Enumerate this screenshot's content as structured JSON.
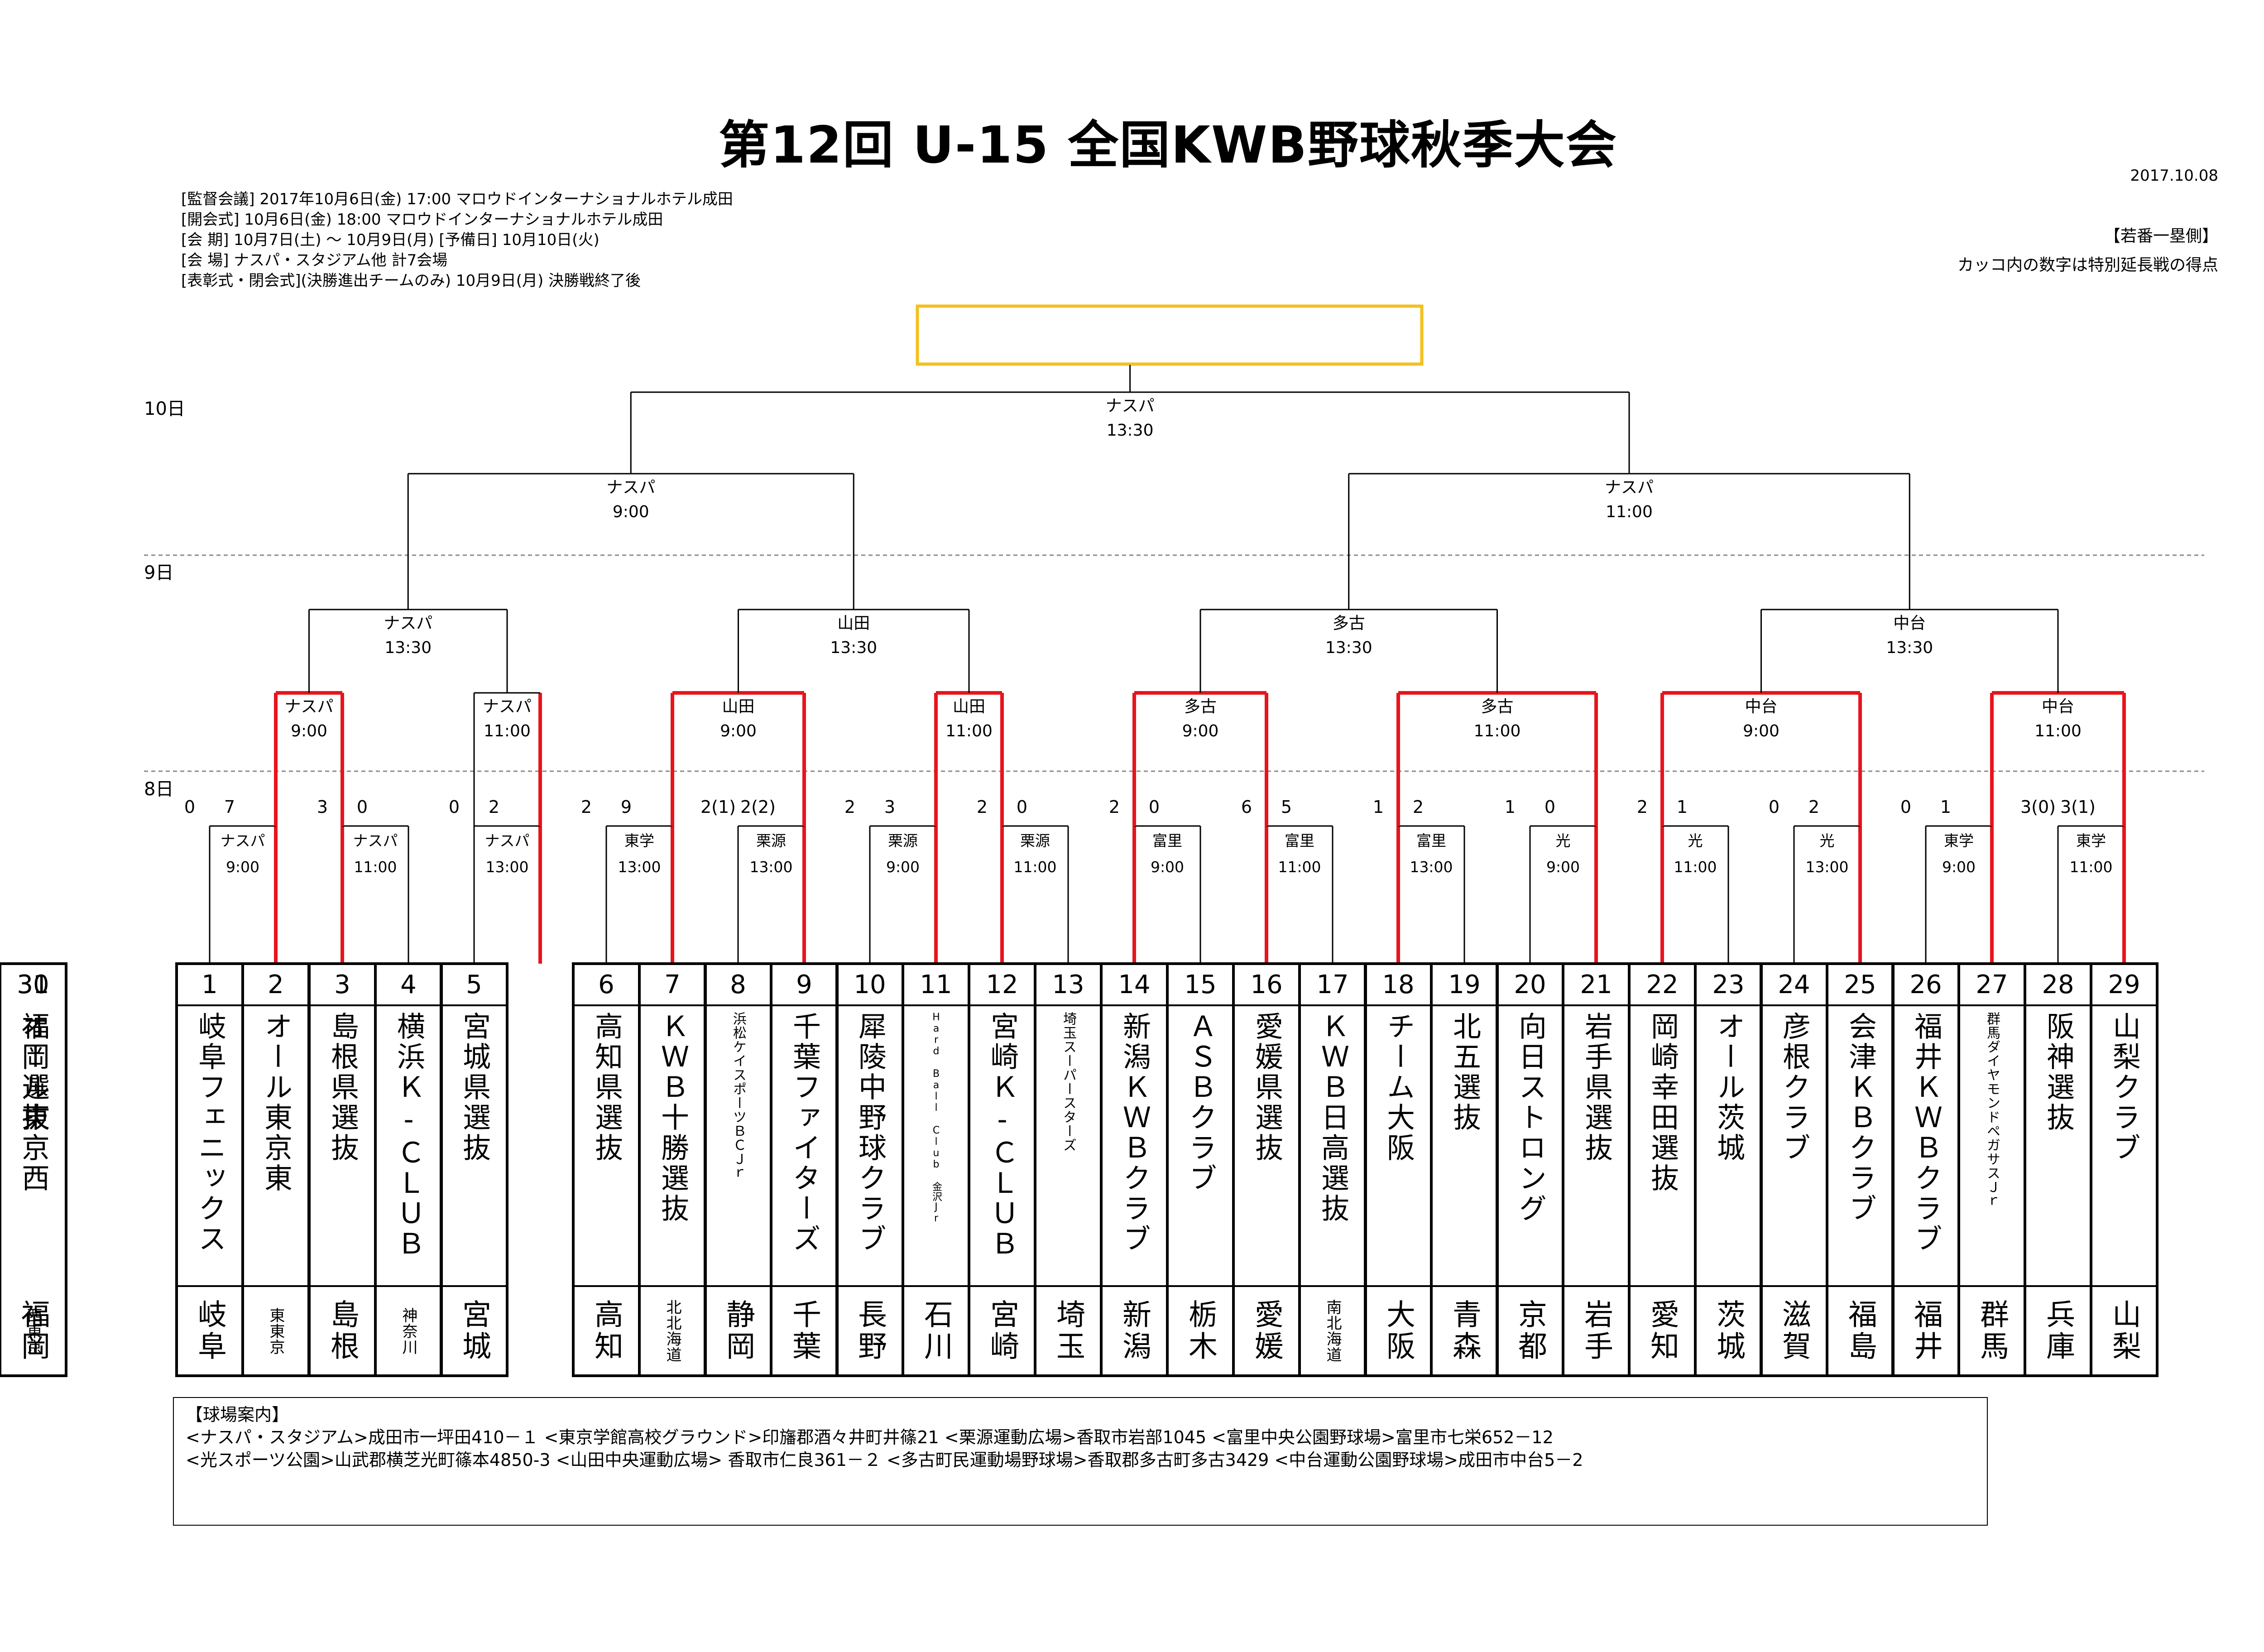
{
  "title": "第12回 U-15 全国KWB野球秋季大会",
  "date": "2017.10.08",
  "notes": {
    "home_side": "【若番一塁側】",
    "overtime": "カッコ内の数字は特別延長戦の得点"
  },
  "schedule": [
    "[監督会議] 2017年10月6日(金) 17:00 マロウドインターナショナルホテル成田",
    "[開会式] 10月6日(金) 18:00 マロウドインターナショナルホテル成田",
    "[会 期] 10月7日(土) ～ 10月9日(月) [予備日] 10月10日(火)",
    "[会 場] ナスパ・スタジアム他 計7会場",
    "[表彰式・閉会式](決勝進出チームのみ) 10月9日(月) 決勝戦終了後"
  ],
  "days": {
    "d10": "10日",
    "d9": "9日",
    "d8": "8日"
  },
  "champion": "",
  "final": {
    "venue": "ナスパ",
    "time": "13:30"
  },
  "semifinals": [
    {
      "venue": "ナスパ",
      "time": "9:00"
    },
    {
      "venue": "ナスパ",
      "time": "11:00"
    }
  ],
  "quarterfinals": [
    {
      "venue": "ナスパ",
      "time": "13:30"
    },
    {
      "venue": "山田",
      "time": "13:30"
    },
    {
      "venue": "多古",
      "time": "13:30"
    },
    {
      "venue": "中台",
      "time": "13:30"
    }
  ],
  "round2": [
    {
      "venue": "ナスパ",
      "time": "9:00"
    },
    {
      "venue": "ナスパ",
      "time": "11:00"
    },
    {
      "venue": "山田",
      "time": "9:00"
    },
    {
      "venue": "山田",
      "time": "11:00"
    },
    {
      "venue": "多古",
      "time": "9:00"
    },
    {
      "venue": "多古",
      "time": "11:00"
    },
    {
      "venue": "中台",
      "time": "9:00"
    },
    {
      "venue": "中台",
      "time": "11:00"
    }
  ],
  "round1": [
    {
      "venue": "ナスパ",
      "time": "9:00",
      "score_left": "0",
      "score_right": "7"
    },
    {
      "venue": "ナスパ",
      "time": "11:00",
      "score_left": "3",
      "score_right": "0"
    },
    {
      "venue": "ナスパ",
      "time": "13:00",
      "score_left": "0",
      "score_right": "2"
    },
    {
      "venue": "東学",
      "time": "13:00",
      "score_left": "2",
      "score_right": "9"
    },
    {
      "venue": "栗源",
      "time": "13:00",
      "score_left": "2(1)",
      "score_right": "2(2)"
    },
    {
      "venue": "栗源",
      "time": "9:00",
      "score_left": "2",
      "score_right": "3"
    },
    {
      "venue": "栗源",
      "time": "11:00",
      "score_left": "2",
      "score_right": "0"
    },
    {
      "venue": "富里",
      "time": "9:00",
      "score_left": "2",
      "score_right": "0"
    },
    {
      "venue": "富里",
      "time": "11:00",
      "score_left": "6",
      "score_right": "5"
    },
    {
      "venue": "富里",
      "time": "13:00",
      "score_left": "1",
      "score_right": "2"
    },
    {
      "venue": "光",
      "time": "9:00",
      "score_left": "1",
      "score_right": "0"
    },
    {
      "venue": "光",
      "time": "11:00",
      "score_left": "2",
      "score_right": "1"
    },
    {
      "venue": "光",
      "time": "13:00",
      "score_left": "0",
      "score_right": "2"
    },
    {
      "venue": "東学",
      "time": "9:00",
      "score_left": "0",
      "score_right": "1"
    },
    {
      "venue": "東学",
      "time": "11:00",
      "score_left": "3(0)",
      "score_right": "3(1)"
    }
  ],
  "teams": [
    {
      "num": "1",
      "name": "岐阜フェニックス",
      "pref": "岐阜"
    },
    {
      "num": "2",
      "name": "オール東京東",
      "pref": "東東京"
    },
    {
      "num": "3",
      "name": "島根県選抜",
      "pref": "島根"
    },
    {
      "num": "4",
      "name": "横浜Ｋ-ＣＬＵＢ",
      "pref": "神奈川"
    },
    {
      "num": "5",
      "name": "宮城県選抜",
      "pref": "宮城"
    },
    {
      "num": "6",
      "name": "高知県選抜",
      "pref": "高知"
    },
    {
      "num": "7",
      "name": "ＫＷＢ十勝選抜",
      "pref": "北北海道"
    },
    {
      "num": "8",
      "name": "浜松ケイスポーツＢＣＪｒ",
      "pref": "静岡"
    },
    {
      "num": "9",
      "name": "千葉ファイターズ",
      "pref": "千葉"
    },
    {
      "num": "10",
      "name": "犀陵中野球クラブ",
      "pref": "長野"
    },
    {
      "num": "11",
      "name": "Hard Ball Club 金沢Jr",
      "pref": "石川"
    },
    {
      "num": "12",
      "name": "宮崎Ｋ-ＣＬＵＢ",
      "pref": "宮崎"
    },
    {
      "num": "13",
      "name": "埼玉スーパースターズ",
      "pref": "埼玉"
    },
    {
      "num": "14",
      "name": "新潟ＫＷＢクラブ",
      "pref": "新潟"
    },
    {
      "num": "15",
      "name": "ＡＳＢクラブ",
      "pref": "栃木"
    },
    {
      "num": "16",
      "name": "愛媛県選抜",
      "pref": "愛媛"
    },
    {
      "num": "17",
      "name": "ＫＷＢ日高選抜",
      "pref": "南北海道"
    },
    {
      "num": "18",
      "name": "チーム大阪",
      "pref": "大阪"
    },
    {
      "num": "19",
      "name": "北五選抜",
      "pref": "青森"
    },
    {
      "num": "20",
      "name": "向日ストロング",
      "pref": "京都"
    },
    {
      "num": "21",
      "name": "岩手県選抜",
      "pref": "岩手"
    },
    {
      "num": "22",
      "name": "岡崎幸田選抜",
      "pref": "愛知"
    },
    {
      "num": "23",
      "name": "オール茨城",
      "pref": "茨城"
    },
    {
      "num": "24",
      "name": "彦根クラブ",
      "pref": "滋賀"
    },
    {
      "num": "25",
      "name": "会津ＫＢクラブ",
      "pref": "福島"
    },
    {
      "num": "26",
      "name": "福井ＫＷＢクラブ",
      "pref": "福井"
    },
    {
      "num": "27",
      "name": "群馬ダイヤモンドペガサスＪｒ",
      "pref": "群馬"
    },
    {
      "num": "28",
      "name": "阪神選抜",
      "pref": "兵庫"
    },
    {
      "num": "29",
      "name": "山梨クラブ",
      "pref": "山梨"
    },
    {
      "num": "30",
      "name": "オール東京西",
      "pref": "西東京"
    },
    {
      "num": "31",
      "name": "福岡選抜",
      "pref": "福岡"
    }
  ],
  "venues": {
    "title": "【球場案内】",
    "line1": "<ナスパ・スタジアム>成田市一坪田410－１ <東京学館高校グラウンド>印旛郡酒々井町井篠21 <栗源運動広場>香取市岩部1045 <富里中央公園野球場>富里市七栄652－12",
    "line2": "<光スポーツ公園>山武郡横芝光町篠本4850-3 <山田中央運動広場> 香取市仁良361－２ <多古町民運動場野球場>香取郡多古町多古3429 <中台運動公園野球場>成田市中台5－2"
  },
  "colors": {
    "winner_line": "#e8141c",
    "champion_box": "#f2c020",
    "line": "#000000",
    "dashed": "#8a8a8a"
  }
}
